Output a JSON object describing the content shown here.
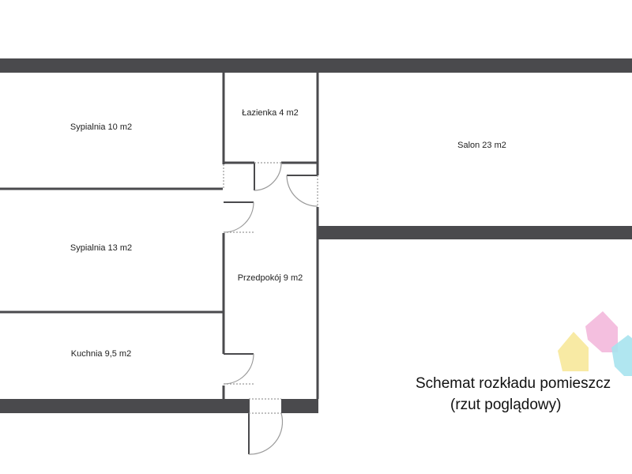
{
  "rooms": {
    "bedroom_1": "Sypialnia 10 m2",
    "bathroom": "Łazienka 4 m2",
    "living_room": "Salon 23 m2",
    "bedroom_2": "Sypialnia 13 m2",
    "hallway": "Przedpokój 9 m2",
    "kitchen": "Kuchnia 9,5 m2"
  },
  "caption": {
    "line1": "Schemat rozkładu pomieszcz",
    "line2": "(rzut poglądowy)"
  },
  "colors": {
    "wall": "#4a4a4d",
    "door": "#9a9a9a",
    "logo_yellow": "#f7e89a",
    "logo_pink": "#f3b8dc",
    "logo_cyan": "#a7e3ee"
  }
}
